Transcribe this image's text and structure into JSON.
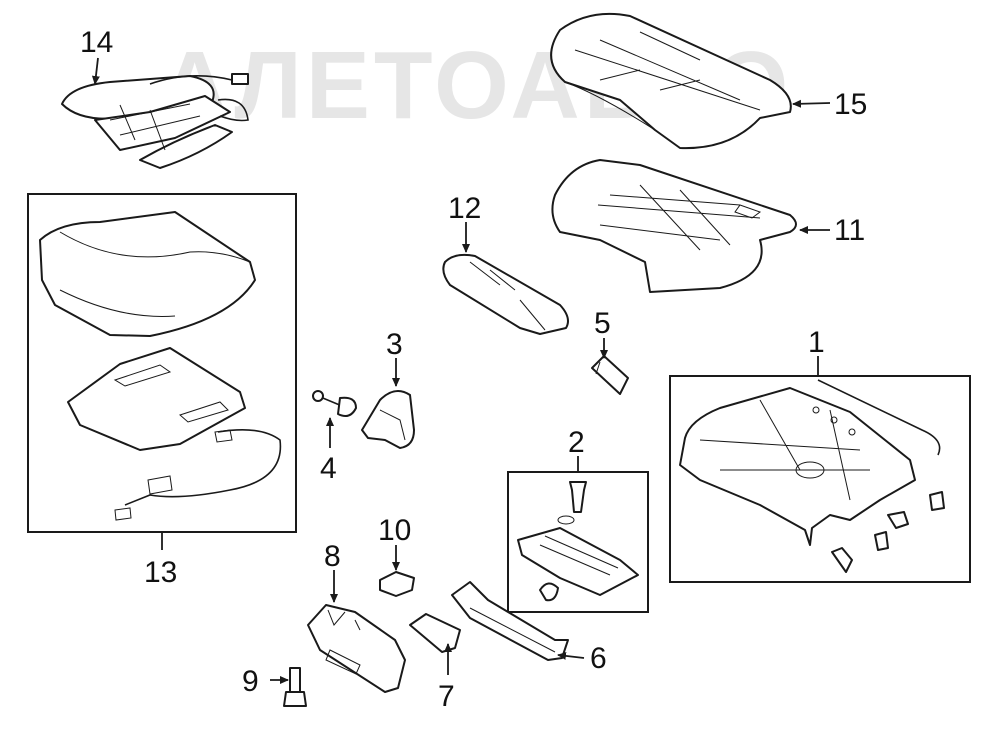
{
  "watermark": {
    "text": "АЛЕТОАВТО"
  },
  "callouts": [
    {
      "id": "1",
      "label": "1"
    },
    {
      "id": "2",
      "label": "2"
    },
    {
      "id": "3",
      "label": "3"
    },
    {
      "id": "4",
      "label": "4"
    },
    {
      "id": "5",
      "label": "5"
    },
    {
      "id": "6",
      "label": "6"
    },
    {
      "id": "7",
      "label": "7"
    },
    {
      "id": "8",
      "label": "8"
    },
    {
      "id": "9",
      "label": "9"
    },
    {
      "id": "10",
      "label": "10"
    },
    {
      "id": "11",
      "label": "11"
    },
    {
      "id": "12",
      "label": "12"
    },
    {
      "id": "13",
      "label": "13"
    },
    {
      "id": "14",
      "label": "14"
    },
    {
      "id": "15",
      "label": "15"
    }
  ]
}
